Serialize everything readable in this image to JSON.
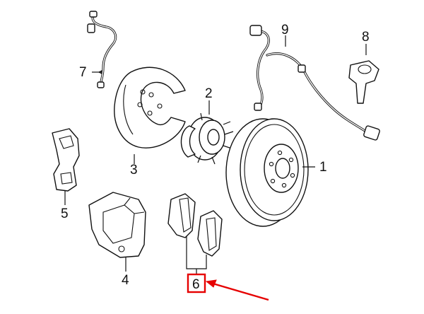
{
  "callouts": {
    "rotor": "1",
    "hub": "2",
    "splash_shield": "3",
    "caliper": "4",
    "caliper_bracket": "5",
    "brake_pads": "6",
    "front_sensor_wire": "7",
    "rear_sensor_wire": "9",
    "abs_sensor": "8"
  },
  "colors": {
    "line": "#111111",
    "highlight": "#e60000",
    "background": "#ffffff"
  }
}
